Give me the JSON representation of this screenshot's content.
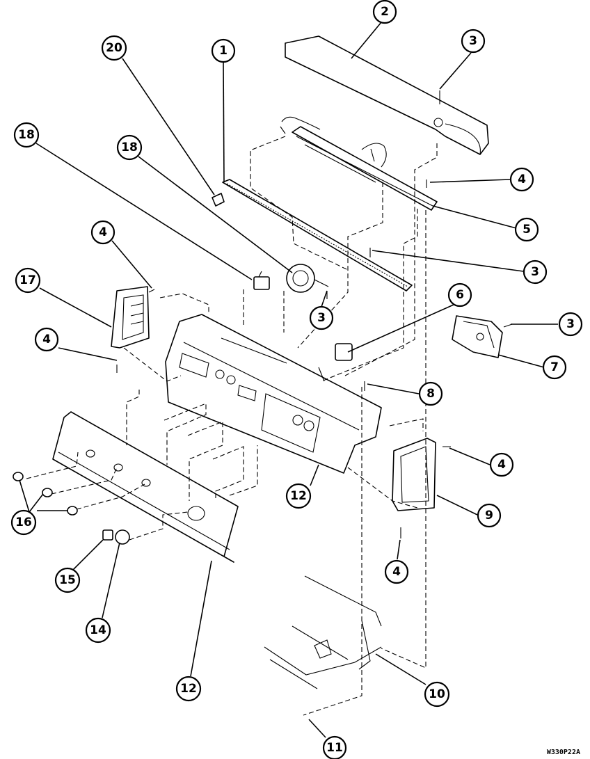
{
  "diagram": {
    "drawing_code": "W330P22A",
    "callouts": [
      {
        "id": "c1",
        "label": "1"
      },
      {
        "id": "c2",
        "label": "2"
      },
      {
        "id": "c3a",
        "label": "3"
      },
      {
        "id": "c4a",
        "label": "4"
      },
      {
        "id": "c5",
        "label": "5"
      },
      {
        "id": "c3b",
        "label": "3"
      },
      {
        "id": "c20",
        "label": "20"
      },
      {
        "id": "c18a",
        "label": "18"
      },
      {
        "id": "c18b",
        "label": "18"
      },
      {
        "id": "c4b",
        "label": "4"
      },
      {
        "id": "c17",
        "label": "17"
      },
      {
        "id": "c3c",
        "label": "3"
      },
      {
        "id": "c6",
        "label": "6"
      },
      {
        "id": "c3d",
        "label": "3"
      },
      {
        "id": "c4c",
        "label": "4"
      },
      {
        "id": "c7",
        "label": "7"
      },
      {
        "id": "c8",
        "label": "8"
      },
      {
        "id": "c4d",
        "label": "4"
      },
      {
        "id": "c9",
        "label": "9"
      },
      {
        "id": "c12a",
        "label": "12"
      },
      {
        "id": "c16",
        "label": "16"
      },
      {
        "id": "c4e",
        "label": "4"
      },
      {
        "id": "c15",
        "label": "15"
      },
      {
        "id": "c14",
        "label": "14"
      },
      {
        "id": "c12b",
        "label": "12"
      },
      {
        "id": "c10",
        "label": "10"
      },
      {
        "id": "c11",
        "label": "11"
      }
    ]
  }
}
